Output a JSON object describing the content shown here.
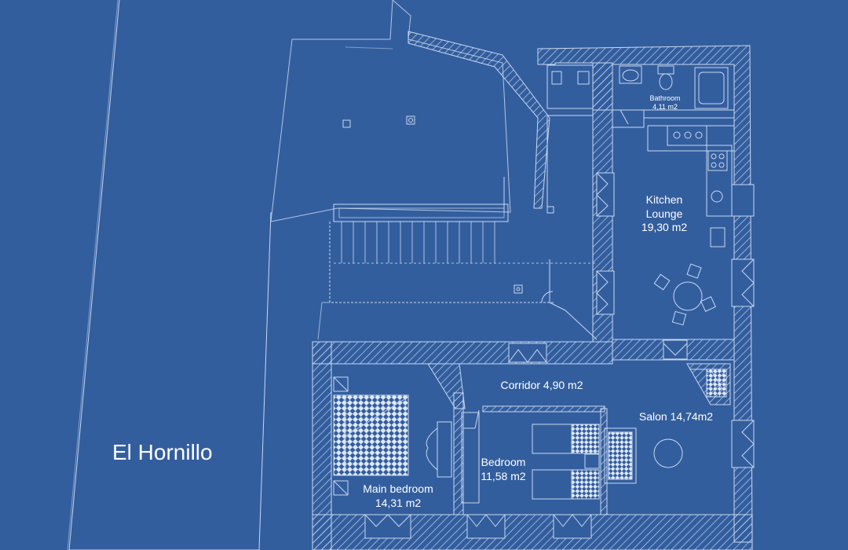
{
  "site_name": "El Hornillo",
  "rooms": {
    "bathroom": {
      "name": "Bathroom",
      "area": "4,11 m2"
    },
    "kitchen": {
      "name_line1": "Kitchen",
      "name_line2": "Lounge",
      "area": "19,30 m2"
    },
    "corridor": {
      "label": "Corridor 4,90 m2"
    },
    "salon": {
      "label": "Salon 14,74m2"
    },
    "bedroom": {
      "name": "Bedroom",
      "area": "11,58 m2"
    },
    "main_bedroom": {
      "name": "Main bedroom",
      "area": "14,31 m2"
    }
  },
  "colors": {
    "background": "#335e9e",
    "lines": "#c9d8f0",
    "text": "#ffffff"
  }
}
